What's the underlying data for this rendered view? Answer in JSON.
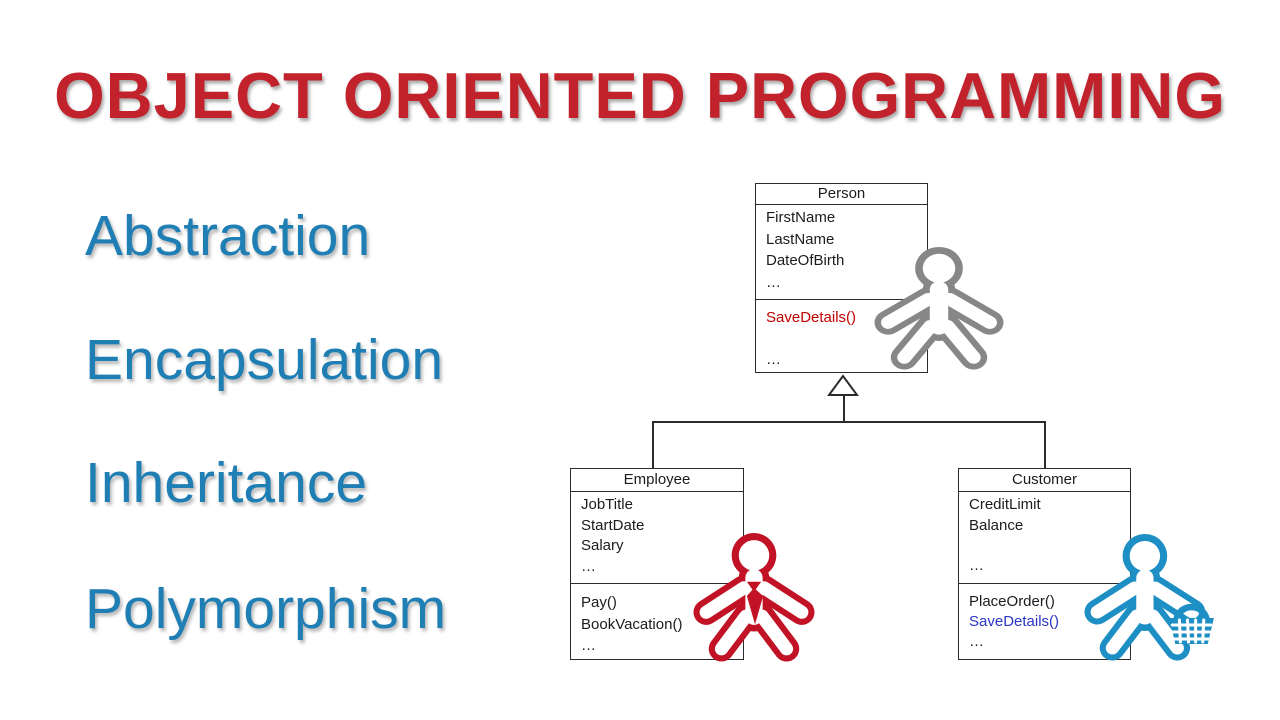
{
  "slide": {
    "title": "OBJECT ORIENTED PROGRAMMING",
    "concepts": [
      "Abstraction",
      "Encapsulation",
      "Inheritance",
      "Polymorphism"
    ]
  },
  "classes": {
    "person": {
      "name": "Person",
      "attributes": [
        "FirstName",
        "LastName",
        "DateOfBirth",
        "…"
      ],
      "methods": [
        "SaveDetails()",
        "…"
      ]
    },
    "employee": {
      "name": "Employee",
      "attributes": [
        "JobTitle",
        "StartDate",
        "Salary",
        "…"
      ],
      "methods": [
        "Pay()",
        "BookVacation()",
        "…"
      ]
    },
    "customer": {
      "name": "Customer",
      "attributes": [
        "CreditLimit",
        "Balance",
        "…"
      ],
      "methods": [
        "PlaceOrder()",
        "SaveDetails()",
        "…"
      ]
    }
  },
  "icons": {
    "person": "person-outline-icon",
    "employee": "person-with-tie-icon",
    "customer": "person-with-basket-icon",
    "arrowhead": "inheritance-arrow-icon"
  },
  "colors": {
    "title_red": "#c2222b",
    "concept_blue": "#1f7eb3",
    "method_red": "#c00000",
    "method_blue": "#2b35c8",
    "figure_gray": "#878787",
    "figure_red": "#c11325",
    "figure_blue": "#1d8fc4",
    "line_black": "#2b2b2b"
  }
}
